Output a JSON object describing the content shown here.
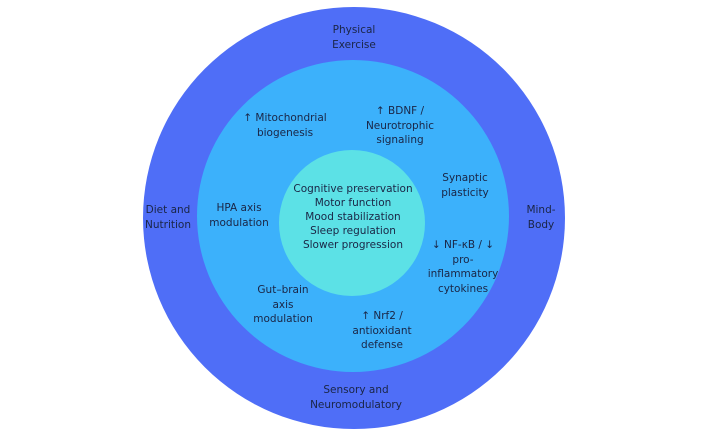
{
  "title": "Concentric lifestyle intervention diagram",
  "colors": {
    "outer_ring": "#4f6ef7",
    "middle_ring": "#3cb1fb",
    "inner_core": "#5ce1e6",
    "text": "#1a2545"
  },
  "outer_ring": {
    "top": [
      "Physical",
      "Exercise"
    ],
    "left": [
      "Diet and",
      "Nutrition"
    ],
    "right": [
      "Mind-",
      "Body"
    ],
    "bottom": [
      "Sensory and",
      "Neuromodulatory"
    ]
  },
  "middle_ring": {
    "mitochondrial": [
      "↑ Mitochondrial",
      "biogenesis"
    ],
    "bdnf": [
      "↑ BDNF /",
      "Neurotrophic",
      "signaling"
    ],
    "synaptic": [
      "Synaptic",
      "plasticity"
    ],
    "hpa": [
      "HPA axis",
      "modulation"
    ],
    "nfkb": [
      "↓ NF-κB / ↓",
      "pro-",
      "inflammatory",
      "cytokines"
    ],
    "gut_brain": [
      "Gut–brain",
      "axis",
      "modulation"
    ],
    "nrf2": [
      "↑ Nrf2 /",
      "antioxidant",
      "defense"
    ]
  },
  "core": [
    "Cognitive preservation",
    "Motor function",
    "Mood stabilization",
    "Sleep regulation",
    "Slower progression"
  ]
}
